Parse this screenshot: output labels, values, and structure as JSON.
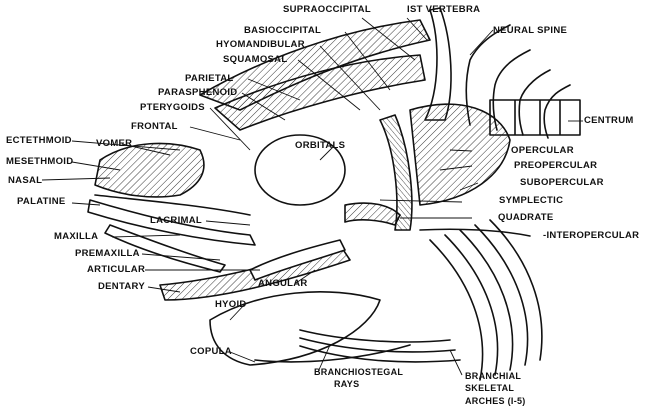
{
  "diagram": {
    "subject": "",
    "labels": {
      "supraoccipital": "SUPRAOCCIPITAL",
      "ist_vertebra": "IST VERTEBRA",
      "neural_spine": "NEURAL SPINE",
      "basioccipital": "BASIOCCIPITAL",
      "hyomandibular": "HYOMANDIBULAR",
      "squamosal": "SQUAMOSAL",
      "parietal": "PARIETAL",
      "parasphenoid": "PARASPHENOID",
      "pterygoids": "PTERYGOIDS",
      "frontal": "FRONTAL",
      "centrum": "CENTRUM",
      "ectethmoid": "ECTETHMOID",
      "vomer": "VOMER",
      "orbitals": "ORBITALS",
      "opercular": "OPERCULAR",
      "mesethmoid": "MESETHMOID",
      "preopercular": "PREOPERCULAR",
      "nasal": "NASAL",
      "subopercular": "SUBOPERCULAR",
      "palatine": "PALATINE",
      "symplectic": "SYMPLECTIC",
      "lacrimal": "LACRIMAL",
      "quadrate": "QUADRATE",
      "maxilla": "MAXILLA",
      "interopercular": "-INTEROPERCULAR",
      "premaxilla": "PREMAXILLA",
      "articular": "ARTICULAR",
      "dentary": "DENTARY",
      "angular": "ANGULAR",
      "hyoid": "HYOID",
      "copula": "COPULA",
      "branchiostegal_1": "BRANCHIOSTEGAL",
      "branchiostegal_2": "RAYS",
      "branchial_1": "BRANCHIAL",
      "branchial_2": "SKELETAL",
      "branchial_3": "ARCHES (I-5)"
    }
  }
}
